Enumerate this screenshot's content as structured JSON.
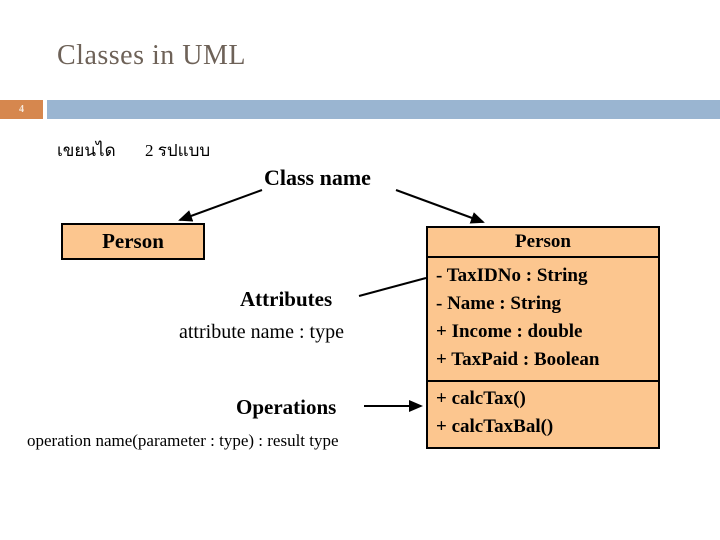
{
  "slide": {
    "title": "Classes in UML",
    "page_number": "4",
    "note_th_left": "เขยนได",
    "note_th_right": "2 รปแบบ"
  },
  "labels": {
    "class_name": "Class name",
    "attributes": "Attributes",
    "attribute_syntax": "attribute name : type",
    "operations": "Operations",
    "operation_syntax": "operation name(parameter : type) : result type"
  },
  "simple_class_box": {
    "name": "Person"
  },
  "uml_class_box": {
    "name": "Person",
    "attributes": [
      "- TaxIDNo : String",
      "- Name : String",
      "+ Income : double",
      "+ TaxPaid : Boolean"
    ],
    "operations": [
      "+ calcTax()",
      "+ calcTaxBal()"
    ]
  },
  "colors": {
    "accent_orange": "#D6874E",
    "header_blue": "#9AB5D1",
    "class_box_fill": "#FCC68F",
    "title_text": "#6E6258",
    "line_black": "#000000"
  }
}
